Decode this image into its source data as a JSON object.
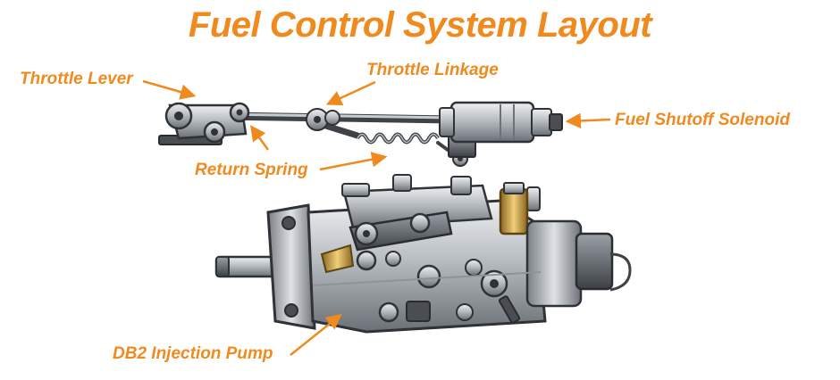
{
  "title": "Fuel Control System Layout",
  "labels": {
    "throttle_lever": "Throttle Lever",
    "throttle_linkage": "Throttle Linkage",
    "fuel_shutoff_solenoid": "Fuel Shutoff Solenoid",
    "return_spring": "Return Spring",
    "db2_injection_pump": "DB2 Injection Pump"
  },
  "colors": {
    "accent": "#F08A1E",
    "metal_dark": "#3f4347",
    "metal_mid": "#8d9399",
    "metal_light": "#d5d9dc",
    "brass": "#c99b42"
  }
}
